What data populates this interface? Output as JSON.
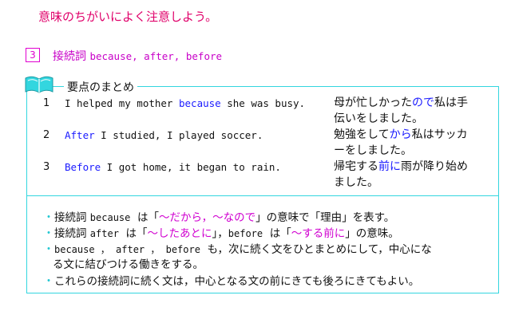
{
  "caution": "意味のちがいによく注意しよう。",
  "section": {
    "number": "3",
    "title_ja": "接続詞",
    "title_en": "because, after, before"
  },
  "summary_title": "要点のまとめ",
  "examples": [
    {
      "num": "1",
      "en_pre": "I helped my mother ",
      "en_hl": "because",
      "en_post": " she was busy.",
      "ja_line1_pre": "母が忙しかった",
      "ja_line1_hl": "ので",
      "ja_line1_post": "私は手",
      "ja_line2": "伝いをしました。"
    },
    {
      "num": "2",
      "en_hl": "After",
      "en_post": " I studied, I played soccer.",
      "ja_line1_pre": "勉強をして",
      "ja_line1_hl": "から",
      "ja_line1_post": "私はサッカ",
      "ja_line2": "ーをしました。"
    },
    {
      "num": "3",
      "en_hl": "Before",
      "en_post": " I got home, it began to rain.",
      "ja_line1_pre": "帰宅する",
      "ja_line1_hl": "前に",
      "ja_line1_post": "雨が降り始め",
      "ja_line2": "ました。"
    }
  ],
  "bullets": [
    {
      "a": "接続詞",
      "b": "because",
      "c": "は「",
      "d": "～だから，～なので",
      "e": "」の意味で「理由」を表す。"
    },
    {
      "a": "接続詞",
      "b": "after",
      "c": "は「",
      "d": "～したあとに",
      "e": "」，",
      "f": "before",
      "g": "は「",
      "h": "～する前に",
      "i": "」の意味。"
    },
    {
      "b": "because ， after ， before",
      "c": "も，次に続く文をひとまとめにして，中心にな",
      "line2": "る文に結びつける働きをする。"
    },
    {
      "a": "これらの接続詞に続く文は，中心となる文の前にきても後ろにきてもよい。"
    }
  ],
  "colors": {
    "accent_cyan": "#33d6df",
    "highlight_blue": "#1a1aff",
    "highlight_pink": "#d000d0",
    "caution_red": "#e0006a"
  },
  "icons": [
    "open-book-icon",
    "bullet-dot-icon"
  ]
}
